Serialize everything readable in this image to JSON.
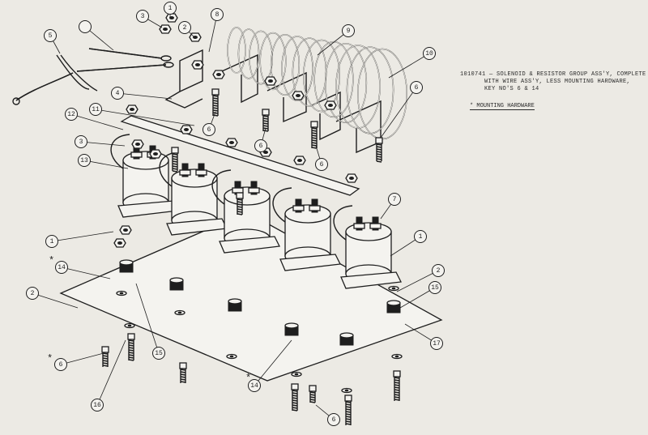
{
  "legend": {
    "part_number": "1010741",
    "line1": "— SOLENOID & RESISTOR GROUP ASS'Y, COMPLETE",
    "line2": "WITH WIRE ASS'Y, LESS MOUNTING HARDWARE,",
    "line3": "KEY NO'S 6 & 14",
    "footnote": "* MOUNTING HARDWARE"
  },
  "callouts": [
    "1",
    "2",
    "3",
    "4",
    "5",
    "6",
    "7",
    "8",
    "9",
    "10",
    "11",
    "12",
    "13",
    "14",
    "15",
    "16",
    "17"
  ],
  "asterisk": "*"
}
